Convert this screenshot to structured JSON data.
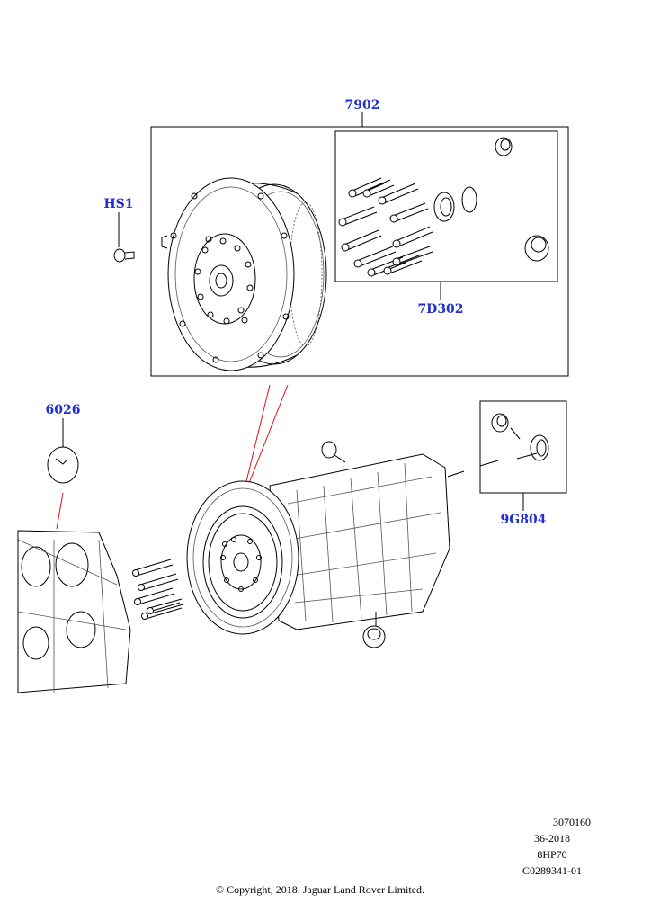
{
  "callouts": {
    "torque_converter": "7902",
    "bolt_kit": "7D302",
    "bolt": "HS1",
    "seal": "6026",
    "plug_kit": "9G804"
  },
  "footer": {
    "illustration_number": "3070160",
    "date_code": "36-2018",
    "transmission_model": "8HP70",
    "part_reference": "C0289341-01",
    "copyright": "© Copyright, 2018. Jaguar Land Rover Limited."
  }
}
